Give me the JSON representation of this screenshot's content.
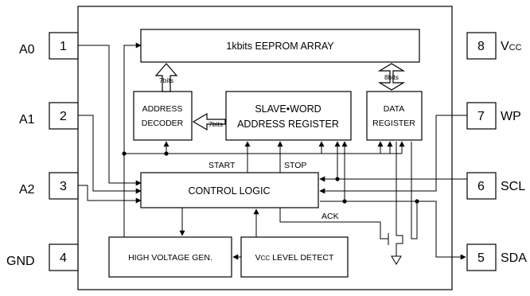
{
  "pins": {
    "p1": {
      "label": "A0",
      "num": "1"
    },
    "p2": {
      "label": "A1",
      "num": "2"
    },
    "p3": {
      "label": "A2",
      "num": "3"
    },
    "p4": {
      "label": "GND",
      "num": "4"
    },
    "p8": {
      "label": "Vcc",
      "num": "8"
    },
    "p7": {
      "label": "WP",
      "num": "7"
    },
    "p6": {
      "label": "SCL",
      "num": "6"
    },
    "p5": {
      "label": "SDA",
      "num": "5"
    }
  },
  "blocks": {
    "eeprom": "1kbits  EEPROM ARRAY",
    "addr_decoder_l1": "ADDRESS",
    "addr_decoder_l2": "DECODER",
    "swa_l1": "SLAVE•WORD",
    "swa_l2": "ADDRESS REGISTER",
    "data_reg_l1": "DATA",
    "data_reg_l2": "REGISTER",
    "control": "CONTROL LOGIC",
    "hv_gen": "HIGH VOLTAGE GEN.",
    "vcc_detect": "Vcc LEVEL DETECT"
  },
  "labels": {
    "bits_addr": "7bits",
    "bits_swa": "7bits",
    "bits_data": "8bits",
    "start": "START",
    "stop": "STOP",
    "ack": "ACK"
  }
}
